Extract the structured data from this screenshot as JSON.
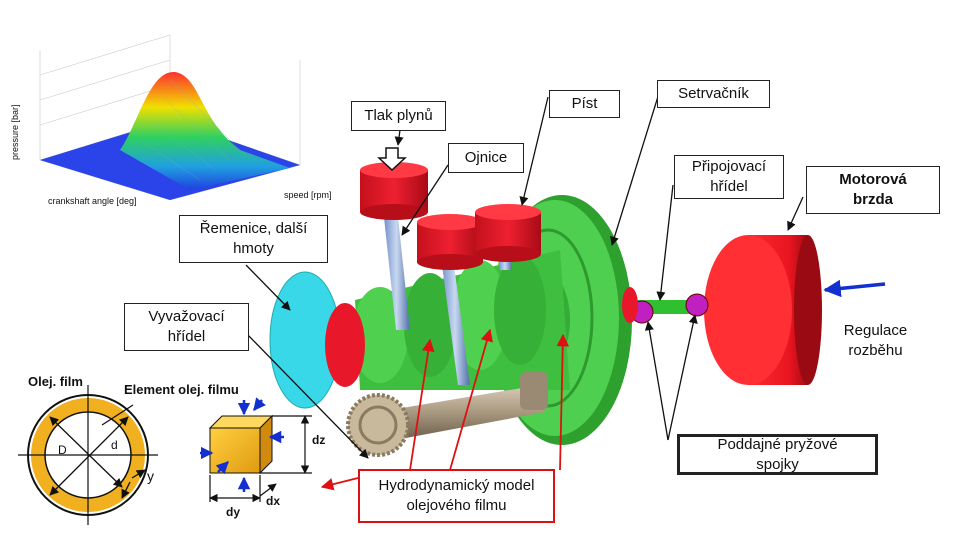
{
  "plot3d": {
    "zlabel": "pressure [bar]",
    "xlabel": "crankshaft angle [deg]",
    "ylabel": "speed [rpm]"
  },
  "labels": {
    "tlak": "Tlak plynů",
    "ojnice": "Ojnice",
    "pist": "Píst",
    "setrvacnik": "Setrvačník",
    "pripojovaci": "Připojovací\nhřídel",
    "brzda": "Motorová\nbrzda",
    "remenice": "Řemenice, další\nhmoty",
    "vyvazovaci": "Vyvažovací\nhřídel",
    "regulace": "Regulace\nrozběhu",
    "spojky": "Poddajné pryžové\nspojky",
    "hydro": "Hydrodynamický model\nolejového filmu"
  },
  "film": {
    "olej": "Olej. film",
    "element": "Element olej. filmu",
    "D": "D",
    "d": "d",
    "y": "y",
    "dz": "dz",
    "dy": "dy",
    "dx": "dx"
  },
  "colors": {
    "piston": "#e8182a",
    "crank": "#3fbf3f",
    "pulley": "#38d8e8",
    "coupling": "#c020c0",
    "film": "#f0b020",
    "arrowBlue": "#1230d0",
    "redFrame": "#d11111"
  }
}
